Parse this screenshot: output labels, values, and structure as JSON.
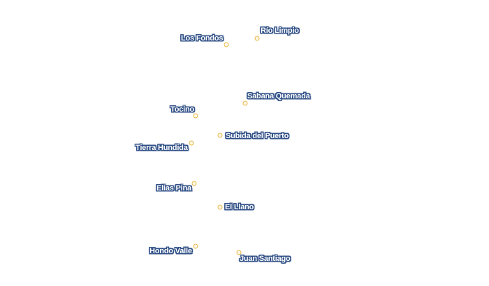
{
  "places": {
    "los_fondos": "Los Fondos",
    "rio_limpio": "Río Limpio",
    "sabana_quemada": "Sabana Quemada",
    "tocino": "Tocino",
    "subida_del_puerto": "Subida del Puerto",
    "tierra_hundida": "Tierra Hundida",
    "elias_pina": "Elias Pina",
    "el_llano": "El Llano",
    "hondo_valle": "Hondo Valle",
    "juan_santiago": "Juan Santiago"
  },
  "colors": {
    "marker_stroke": "#e8b84a",
    "label_halo": "#2f4f86",
    "label_text": "#ffffff"
  },
  "icons": {
    "place_marker": "circle-marker-icon"
  }
}
